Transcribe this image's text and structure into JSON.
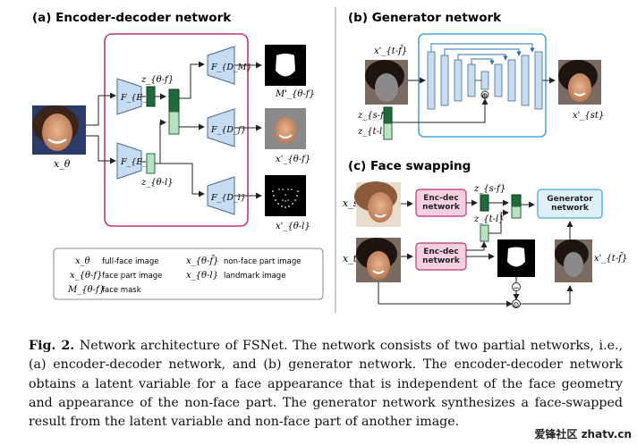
{
  "panels": {
    "a_title": "(a) Encoder-decoder network",
    "b_title": "(b) Generator network",
    "c_title": "(c) Face swapping"
  },
  "panel_a": {
    "encoder_f": "F_{E_f}",
    "encoder_l": "F_{E_l}",
    "decoder_m": "F_{D_M}",
    "decoder_f": "F_{D_f}",
    "decoder_l": "F_{D_l}",
    "input_label": "x_θ",
    "z_f_label": "z_{θ-f}",
    "z_l_label": "z_{θ-l}",
    "out_mask_label": "M'_{θ-f}",
    "out_face_label": "x'_{θ-f}",
    "out_landmark_label": "x'_{θ-l}"
  },
  "legend": [
    {
      "symbol": "x_θ",
      "text": "full-face image"
    },
    {
      "symbol": "x_{θ-f̄}",
      "text": "non-face part image"
    },
    {
      "symbol": "x_{θ-f}",
      "text": "face part image"
    },
    {
      "symbol": "x_{θ-l}",
      "text": "landmark image"
    },
    {
      "symbol": "M_{θ-f}",
      "text": "face mask"
    }
  ],
  "panel_b": {
    "input_label": "x'_{t-f̄}",
    "z_sf_label": "z_{s-f}",
    "z_tl_label": "z_{t-l}",
    "output_label": "x'_{st}",
    "concat_symbol": "⊕"
  },
  "panel_c": {
    "x_s_label": "x_s",
    "x_t_label": "x_t",
    "encdec_top": "Enc-dec network",
    "encdec_bottom": "Enc-dec network",
    "z_sf_label": "z_{s-f}",
    "z_tl_label": "z_{t-l}",
    "generator": "Generator network",
    "output_label": "x'_{t-f̄}",
    "minus_symbol": "−",
    "dot_symbol": "⊙"
  },
  "caption": {
    "lead": "Fig. 2.",
    "text": "Network architecture of FSNet. The network consists of two partial networks, i.e., (a) encoder-decoder network, and (b) generator network. The encoder-decoder network obtains a latent variable for a face appearance that is independent of the face geometry and appearance of the non-face part. The generator network synthesizes a face-swapped result from the latent variable and non-face part of another image."
  },
  "watermark": "爱锋社区 zhatv.cn",
  "colors": {
    "magenta_border": "#c2337a",
    "cyan_border": "#4aa8d8",
    "encoder_fill": "#c5dcf2",
    "dark_green": "#1f6b3a",
    "light_green": "#b9e2c2",
    "encdec_fill": "#f6d0e1",
    "generator_fill": "#dff0fa"
  }
}
